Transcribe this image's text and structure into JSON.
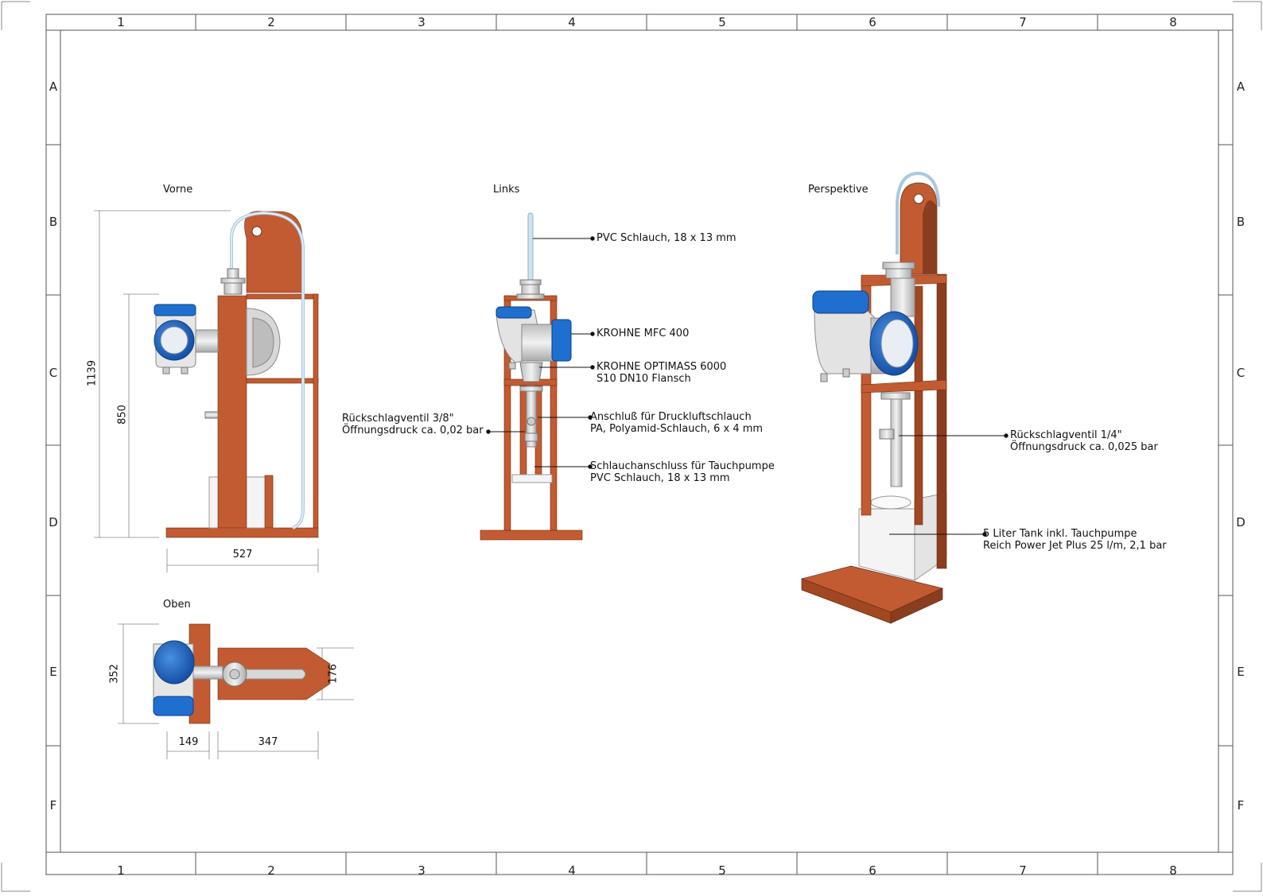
{
  "grid": {
    "columns": [
      "1",
      "2",
      "3",
      "4",
      "5",
      "6",
      "7",
      "8"
    ],
    "rows": [
      "A",
      "B",
      "C",
      "D",
      "E",
      "F"
    ]
  },
  "views": {
    "front": "Vorne",
    "side": "Links",
    "perspective": "Perspektive",
    "top": "Oben"
  },
  "dimensions": {
    "height_total": "1139",
    "height_frame": "850",
    "width_front": "527",
    "depth_top": "352",
    "top_left": "149",
    "top_right": "347",
    "top_width": "176"
  },
  "callouts": {
    "pvc_hose": [
      "PVC Schlauch, 18 x 13 mm"
    ],
    "mfc": [
      "KROHNE MFC 400"
    ],
    "optimass": [
      "KROHNE OPTIMASS 6000",
      "S10 DN10 Flansch"
    ],
    "check_valve_left": [
      "Rückschlagventil 3/8\"",
      "Öffnungsdruck ca. 0,02 bar"
    ],
    "air_connection": [
      "Anschluß für Druckluftschlauch",
      "PA, Polyamid-Schlauch, 6 x 4 mm"
    ],
    "pump_connection": [
      "Schlauchanschluss für Tauchpumpe",
      "PVC Schlauch, 18 x 13 mm"
    ],
    "check_valve_right": [
      "Rückschlagventil 1/4\"",
      "Öffnungsdruck ca. 0,025 bar"
    ],
    "tank": [
      "5 Liter Tank inkl. Tauchpumpe",
      "Reich Power Jet Plus 25 l/m, 2,1 bar"
    ]
  },
  "colors": {
    "wood": "#c25b31",
    "wood_dark": "#8a3d1f",
    "device_blue": "#1f6fd1",
    "metal": "#d9d9d9"
  }
}
